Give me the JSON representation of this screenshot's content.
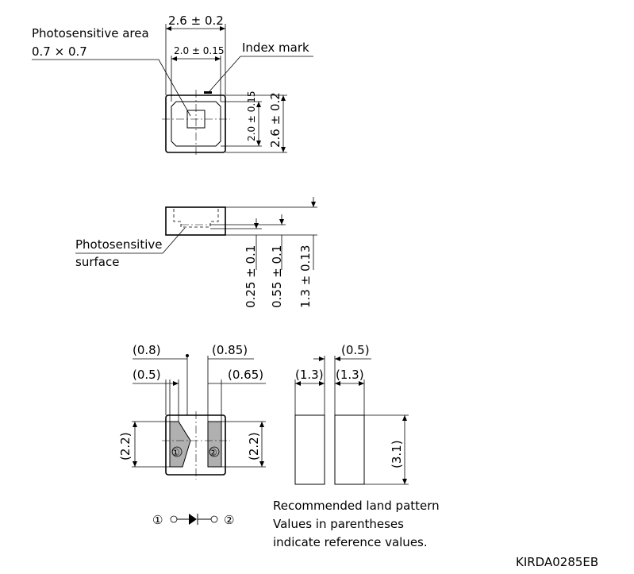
{
  "top_view": {
    "width_outer": "2.6 ± 0.2",
    "width_inner": "2.0 ± 0.15",
    "height_inner": "2.0 ± 0.15",
    "height_outer": "2.6 ± 0.2",
    "photosensitive_area_label": "Photosensitive area",
    "photosensitive_area_size": "0.7 × 0.7",
    "index_mark_label": "Index mark"
  },
  "side_view": {
    "surface_label_line1": "Photosensitive",
    "surface_label_line2": "surface",
    "dim_a": "0.25 ± 0.1",
    "dim_b": "0.55 ± 0.1",
    "dim_c": "1.3 ± 0.13"
  },
  "bottom_view": {
    "dim_08": "(0.8)",
    "dim_085": "(0.85)",
    "dim_05": "(0.5)",
    "dim_065": "(0.65)",
    "dim_left_22": "(2.2)",
    "dim_right_22": "(2.2)",
    "pad1": "①",
    "pad2": "②"
  },
  "land_pattern": {
    "dim_gap": "(0.5)",
    "dim_w1": "(1.3)",
    "dim_w2": "(1.3)",
    "dim_h": "(3.1)"
  },
  "schematic": {
    "pin1": "①",
    "pin2": "②"
  },
  "notes": {
    "line1": "Recommended land pattern",
    "line2": "Values in parentheses",
    "line3": "indicate reference values."
  },
  "drawing_code": "KIRDA0285EB"
}
